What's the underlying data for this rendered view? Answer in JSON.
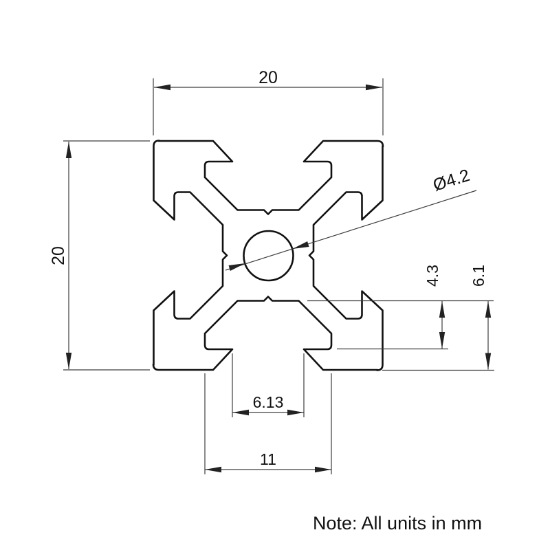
{
  "drawing": {
    "type": "extrusion-profile-cross-section",
    "note": "Note: All units in mm",
    "dimensions": {
      "overall_width": "20",
      "overall_height": "20",
      "hole_diameter": "Ø4.2",
      "slot_lip_depth": "4.3",
      "slot_depth": "6.1",
      "slot_opening_width": "6.13",
      "slot_cavity_width": "11"
    },
    "colors": {
      "background": "#ffffff",
      "profile_outline": "#111111",
      "dimension_lines": "#3d3d3d",
      "text": "#111111"
    }
  }
}
